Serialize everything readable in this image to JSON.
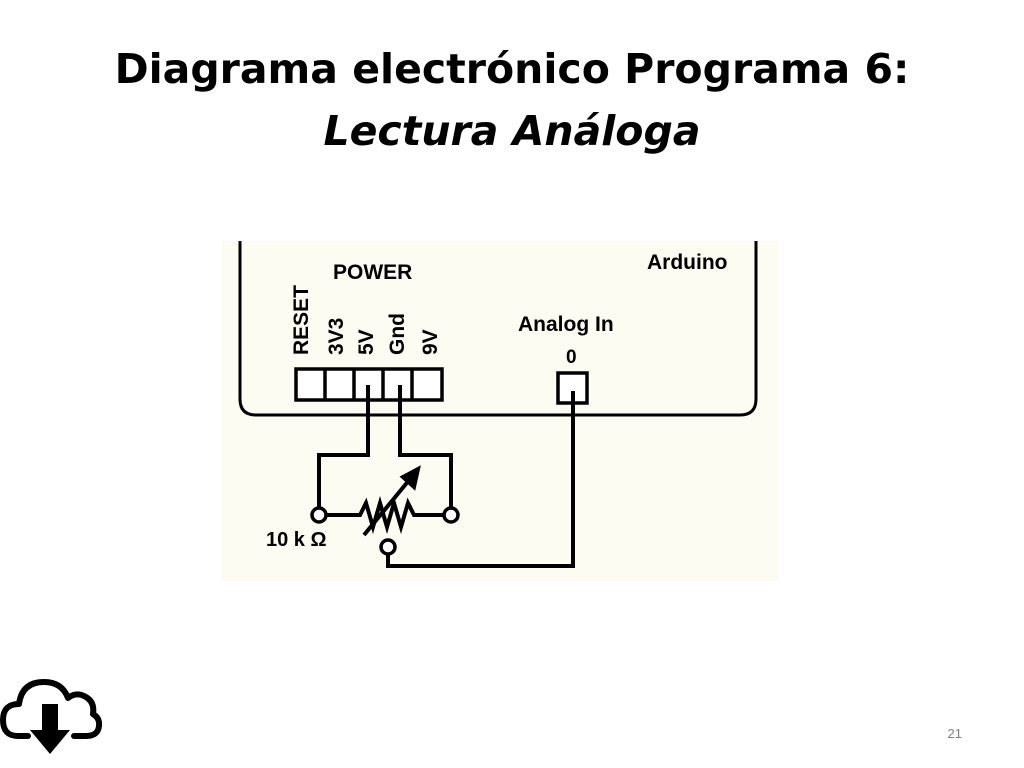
{
  "slide": {
    "title_line1": "Diagrama electrónico Programa 6:",
    "title_line2": "Lectura Análoga",
    "page_number": "21"
  },
  "diagram": {
    "board_label": "Arduino",
    "power_header": "POWER",
    "power_pins": [
      "RESET",
      "3V3",
      "5V",
      "Gnd",
      "9V"
    ],
    "analog_header": "Analog In",
    "analog_pin": "0",
    "resistor_label": "10 k Ω"
  },
  "icons": {
    "download": "cloud-download-icon"
  }
}
